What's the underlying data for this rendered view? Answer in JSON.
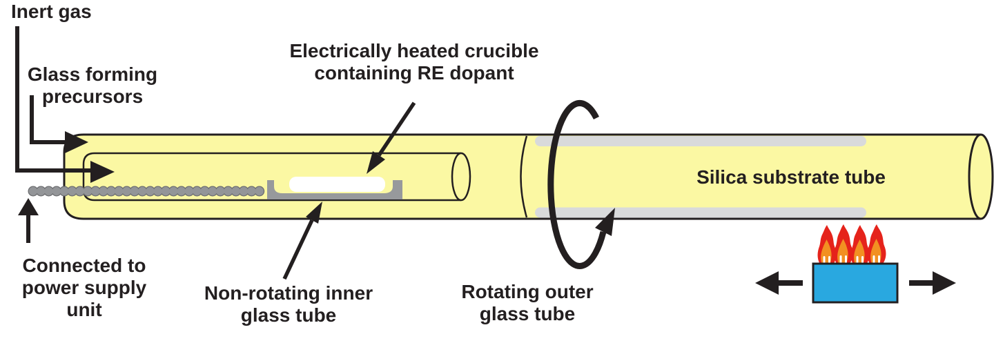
{
  "figure": {
    "type": "process-diagram",
    "subject": "Rare-earth doped fiber preform fabrication (MCVD with heated dopant crucible)"
  },
  "labels": {
    "inert_gas": "Inert gas",
    "glass_forming": [
      "Glass forming",
      "precursors"
    ],
    "crucible": [
      "Electrically heated crucible",
      "containing RE dopant"
    ],
    "silica": "Silica substrate tube",
    "power_supply": [
      "Connected to",
      "power supply",
      "unit"
    ],
    "inner_tube": [
      "Non-rotating inner",
      "glass tube"
    ],
    "outer_tube": [
      "Rotating outer",
      "glass tube"
    ]
  },
  "colors": {
    "background": "#ffffff",
    "ink": "#231f20",
    "tube_yellow": "#fbf8a3",
    "deposit_gray": "#d9dadb",
    "crucible_gray": "#97999c",
    "coil_gray": "#939598",
    "coil_outline": "#6d6e71",
    "dopant_white": "#ffffff",
    "burner_blue": "#29a8e0",
    "flame_red": "#e5231b",
    "flame_orange": "#f29022"
  }
}
